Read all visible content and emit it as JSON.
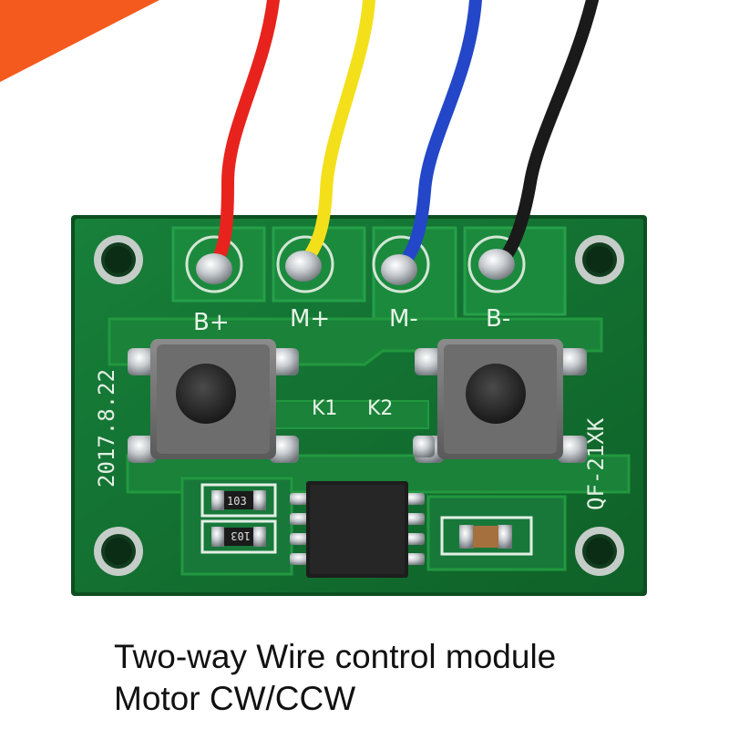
{
  "caption": {
    "line1": "Two-way Wire control module",
    "line2": "Motor CW/CCW"
  },
  "board": {
    "pad_labels": [
      "B+",
      "M+",
      "M-",
      "B-"
    ],
    "button_labels": [
      "K1",
      "K2"
    ],
    "date_mark": "2017.8.22",
    "model_mark": "QF-21XK",
    "resistor_marks": [
      "103",
      "103"
    ]
  },
  "wires": {
    "colors": [
      "#e8231d",
      "#f4e01a",
      "#2347c8",
      "#1a1a1a"
    ]
  },
  "colors": {
    "pcb": "#13702f",
    "pcb_edge": "#0c4f20",
    "copper": "#1c8a3d",
    "accent_corner": "#f45a1d"
  }
}
